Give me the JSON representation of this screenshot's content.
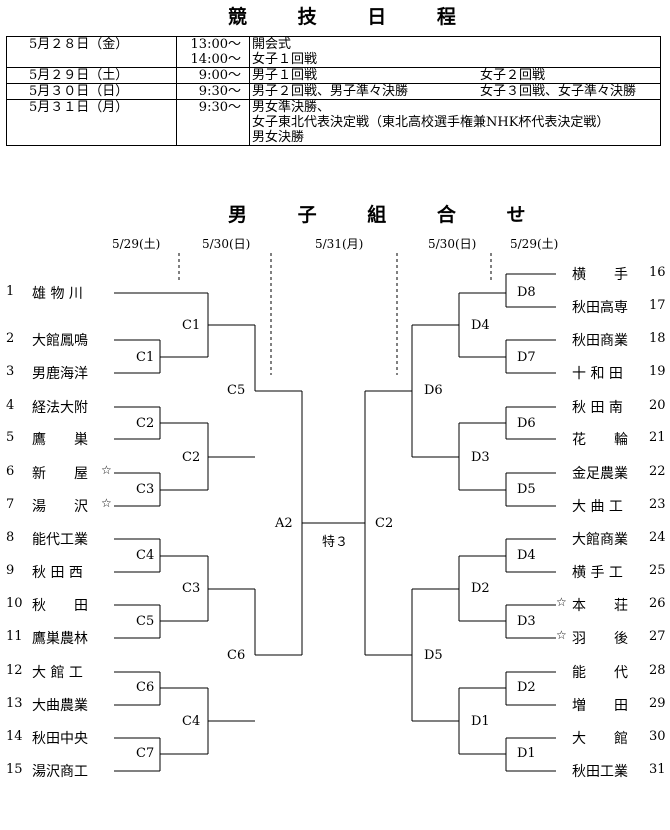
{
  "schedule_title": "競 技 日 程",
  "schedule": [
    {
      "date": "5月２８日（金）",
      "times": [
        "13:00～",
        "14:00～"
      ],
      "events": [
        "開会式",
        "女子１回戦"
      ],
      "extra": ""
    },
    {
      "date": "5月２９日（土）",
      "times": [
        "9:00～"
      ],
      "events": [
        "男子１回戦"
      ],
      "extra": "女子２回戦"
    },
    {
      "date": "5月３０日（日）",
      "times": [
        "9:30～"
      ],
      "events": [
        "男子２回戦、男子準々決勝"
      ],
      "extra": "女子３回戦、女子準々決勝"
    },
    {
      "date": "5月３１日（月）",
      "times": [
        "9:30～"
      ],
      "events": [
        "男女準決勝、",
        "女子東北代表決定戦（東北高校選手権兼NHK杯代表決定戦）",
        "男女決勝"
      ],
      "extra": ""
    }
  ],
  "bracket_title": "男 子 組 合 せ",
  "days": [
    "5/29(土)",
    "5/30(日)",
    "5/31(月)",
    "5/30(日)",
    "5/29(土)"
  ],
  "left_teams": [
    {
      "num": "1",
      "name": "雄 物 川"
    },
    {
      "num": "2",
      "name": "大館鳳鳴"
    },
    {
      "num": "3",
      "name": "男鹿海洋"
    },
    {
      "num": "4",
      "name": "経法大附"
    },
    {
      "num": "5",
      "name": "鷹　　巣"
    },
    {
      "num": "6",
      "name": "新　　屋",
      "mark": "☆"
    },
    {
      "num": "7",
      "name": "湯　　沢",
      "mark": "☆"
    },
    {
      "num": "8",
      "name": "能代工業"
    },
    {
      "num": "9",
      "name": "秋 田 西"
    },
    {
      "num": "10",
      "name": "秋　　田"
    },
    {
      "num": "11",
      "name": "鷹巣農林"
    },
    {
      "num": "12",
      "name": "大 館 工"
    },
    {
      "num": "13",
      "name": "大曲農業"
    },
    {
      "num": "14",
      "name": "秋田中央"
    },
    {
      "num": "15",
      "name": "湯沢商工"
    }
  ],
  "right_teams": [
    {
      "num": "16",
      "name": "横　　手"
    },
    {
      "num": "17",
      "name": "秋田高専"
    },
    {
      "num": "18",
      "name": "秋田商業"
    },
    {
      "num": "19",
      "name": "十 和 田"
    },
    {
      "num": "20",
      "name": "秋 田 南"
    },
    {
      "num": "21",
      "name": "花　　輪"
    },
    {
      "num": "22",
      "name": "金足農業"
    },
    {
      "num": "23",
      "name": "大 曲 工"
    },
    {
      "num": "24",
      "name": "大館商業"
    },
    {
      "num": "25",
      "name": "横 手 工"
    },
    {
      "num": "26",
      "name": "本　　荘",
      "mark": "☆"
    },
    {
      "num": "27",
      "name": "羽　　後",
      "mark": "☆"
    },
    {
      "num": "28",
      "name": "能　　代"
    },
    {
      "num": "29",
      "name": "増　　田"
    },
    {
      "num": "30",
      "name": "大　　館"
    },
    {
      "num": "31",
      "name": "秋田工業"
    }
  ],
  "labels": {
    "C1a": "C1",
    "C1b": "C1",
    "C2a": "C2",
    "C3a": "C3",
    "C2b": "C2",
    "C3b": "C3",
    "C4a": "C4",
    "C5a": "C5",
    "C6a": "C6",
    "C4b": "C4",
    "C7": "C7",
    "C5b": "C5",
    "C6b": "C6",
    "A2": "A2",
    "toku3": "特３",
    "C2c": "C2",
    "D8": "D8",
    "D7": "D7",
    "D4": "D4",
    "D6a": "D6",
    "D5a": "D5",
    "D3a": "D3",
    "D6b": "D6",
    "D4b": "D4",
    "D3b": "D3",
    "D2a": "D2",
    "D2b": "D2",
    "D1a": "D1",
    "D1b": "D1",
    "D5b": "D5"
  }
}
